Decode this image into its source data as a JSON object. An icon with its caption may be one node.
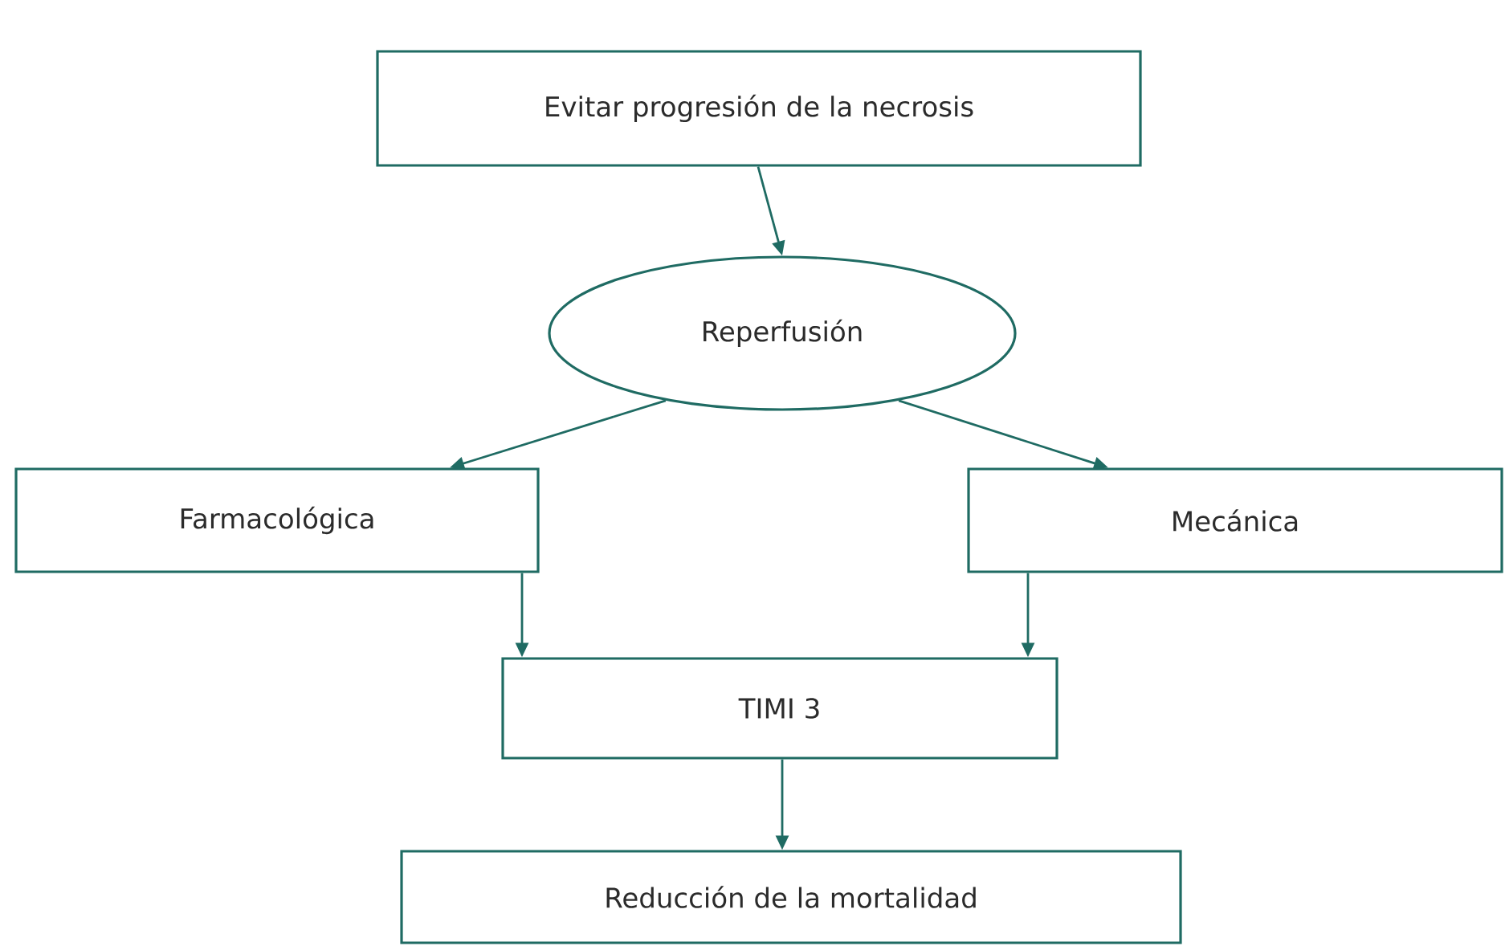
{
  "diagram": {
    "nodes": [
      {
        "text": [
          "Evitar progresión de la necrosis"
        ]
      },
      {
        "text": [
          "Reperfusión"
        ]
      },
      {
        "text": [
          "Farmacológica"
        ]
      },
      {
        "text": [
          "Mecánica"
        ]
      },
      {
        "text": [
          "TIMI 3"
        ]
      },
      {
        "text": [
          "Reducción de la mortalidad"
        ]
      }
    ],
    "edges": [
      {
        "from": 0,
        "to": 1,
        "arrow": "to"
      },
      {
        "from": 1,
        "to": 2,
        "arrow": "to"
      },
      {
        "from": 1,
        "to": 3,
        "arrow": "to"
      },
      {
        "from": 2,
        "to": 4,
        "arrow": "to"
      },
      {
        "from": 3,
        "to": 4,
        "arrow": "to"
      },
      {
        "from": 4,
        "to": 5,
        "arrow": "to"
      }
    ]
  }
}
